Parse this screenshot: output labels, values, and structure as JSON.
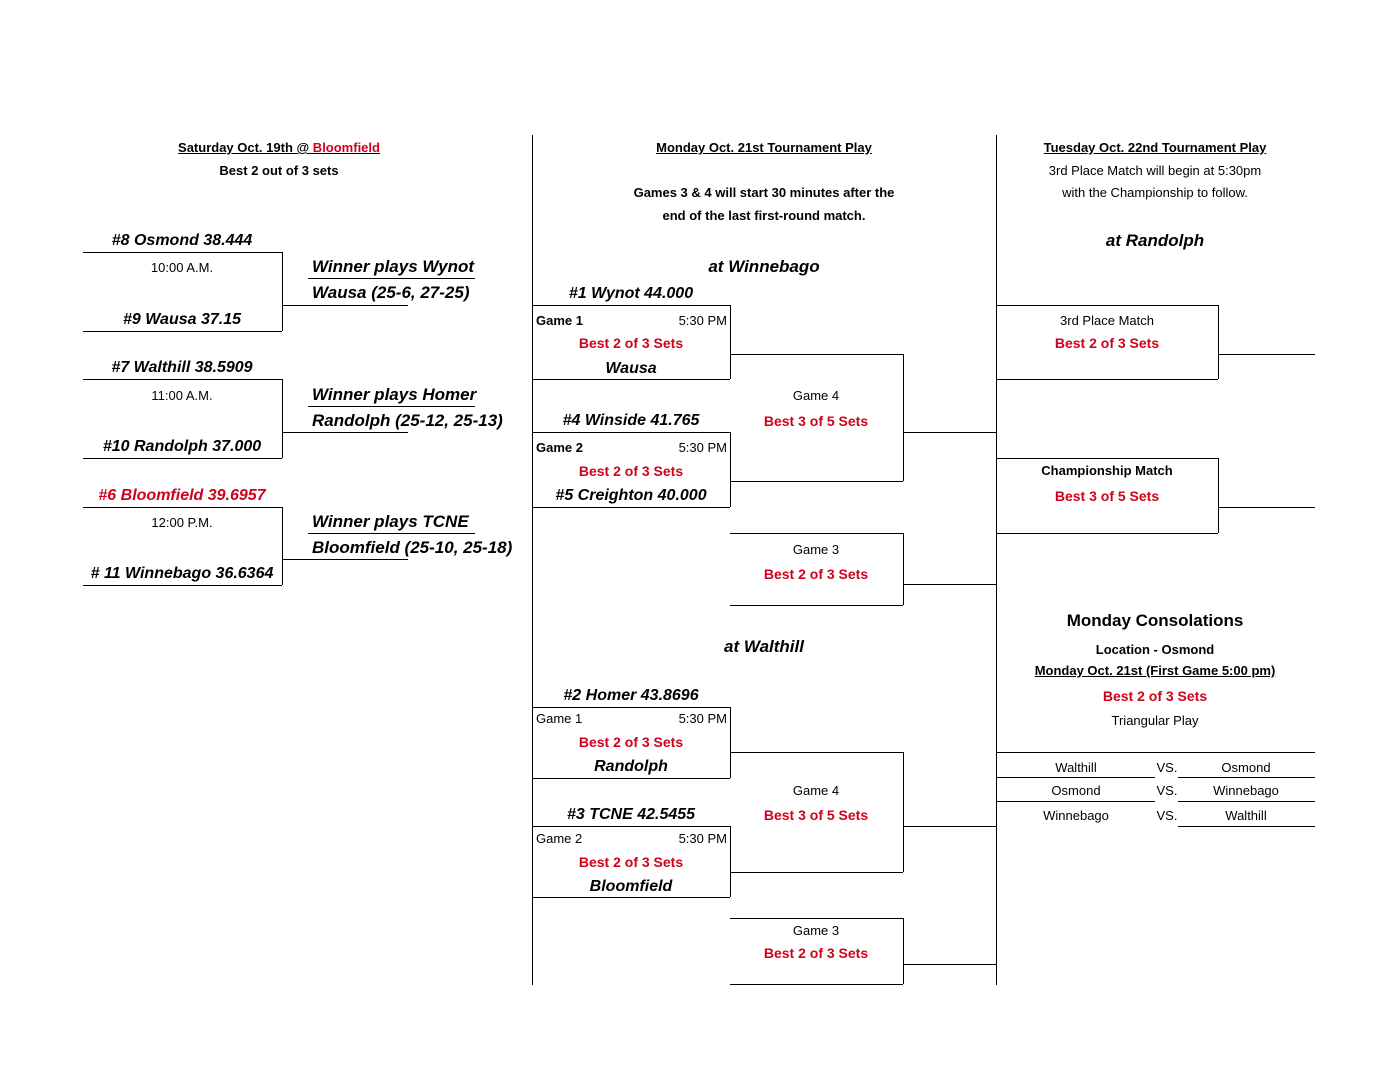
{
  "saturday": {
    "header_text": "Saturday Oct. 19th @ ",
    "header_place": "Bloomfield",
    "subheader": "Best 2 out of 3 sets",
    "matches": [
      {
        "top": "#8 Osmond 38.444",
        "time": "10:00 A.M.",
        "bottom": "#9 Wausa 37.15",
        "result_line1": "Winner plays Wynot",
        "result_line2": "Wausa (25-6, 27-25)"
      },
      {
        "top": "#7 Walthill 38.5909",
        "time": "11:00 A.M.",
        "bottom": "#10 Randolph 37.000",
        "result_line1": "Winner plays Homer",
        "result_line2": "Randolph (25-12, 25-13)"
      },
      {
        "top": "#6 Bloomfield 39.6957",
        "time": "12:00 P.M.",
        "bottom": "# 11 Winnebago 36.6364",
        "result_line1": "Winner plays TCNE",
        "result_line2": "Bloomfield (25-10, 25-18)"
      }
    ]
  },
  "monday": {
    "header": "Monday Oct. 21st Tournament Play",
    "note_line1": "Games 3 & 4 will start 30 minutes after the",
    "note_line2": "end of the last first-round match.",
    "sites": [
      {
        "location": "at Winnebago",
        "game1": {
          "team_top": "#1 Wynot 44.000",
          "label": "Game 1",
          "time": "5:30 PM",
          "format": "Best 2 of 3 Sets",
          "team_bottom": "Wausa"
        },
        "game2": {
          "team_top": "#4 Winside 41.765",
          "label": "Game 2",
          "time": "5:30 PM",
          "format": "Best 2 of 3 Sets",
          "team_bottom": "#5 Creighton 40.000"
        },
        "game4": {
          "label": "Game 4",
          "format": "Best 3 of 5 Sets"
        },
        "game3": {
          "label": "Game 3",
          "format": "Best 2 of 3 Sets"
        }
      },
      {
        "location": "at Walthill",
        "game1": {
          "team_top": "#2 Homer 43.8696",
          "label": "Game 1",
          "time": "5:30 PM",
          "format": "Best 2 of 3 Sets",
          "team_bottom": "Randolph"
        },
        "game2": {
          "team_top": "#3 TCNE 42.5455",
          "label": "Game 2",
          "time": "5:30 PM",
          "format": "Best 2 of 3 Sets",
          "team_bottom": "Bloomfield"
        },
        "game4": {
          "label": "Game 4",
          "format": "Best 3 of 5 Sets"
        },
        "game3": {
          "label": "Game 3",
          "format": "Best 2 of 3 Sets"
        }
      }
    ]
  },
  "tuesday": {
    "header": "Tuesday Oct. 22nd Tournament Play",
    "note_line1": "3rd Place Match will begin at 5:30pm",
    "note_line2": "with the Championship to follow.",
    "location": "at Randolph",
    "third_place": {
      "label": "3rd Place Match",
      "format": "Best 2 of 3 Sets"
    },
    "championship": {
      "label": "Championship Match",
      "format": "Best 3 of 5 Sets"
    }
  },
  "consolations": {
    "title": "Monday Consolations",
    "location": "Location - Osmond",
    "date": "Monday Oct. 21st (First Game 5:00 pm) ",
    "format": "Best 2 of 3 Sets",
    "play_type": "Triangular Play",
    "vs_label": "VS.",
    "games": [
      {
        "home": "Walthill",
        "away": "Osmond"
      },
      {
        "home": "Osmond",
        "away": "Winnebago"
      },
      {
        "home": "Winnebago",
        "away": "Walthill"
      }
    ]
  }
}
